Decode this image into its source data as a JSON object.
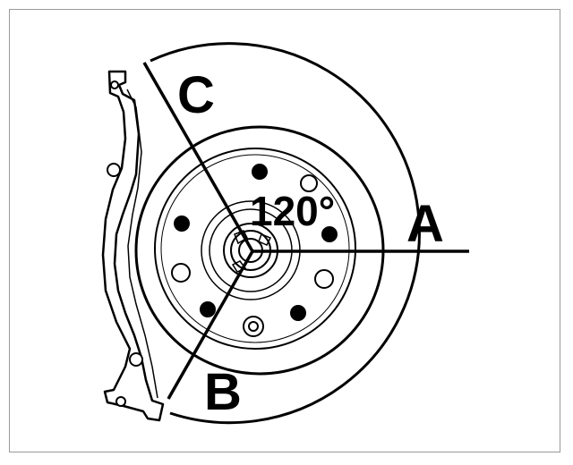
{
  "labels": {
    "a": "A",
    "b": "B",
    "c": "C",
    "angle": "120°"
  },
  "colors": {
    "line": "#000000",
    "frame": "#9a9a9a",
    "background": "#ffffff"
  }
}
